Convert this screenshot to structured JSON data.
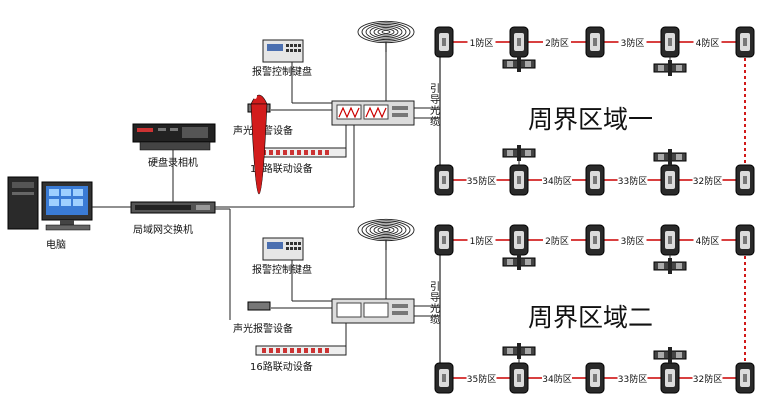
{
  "computer": {
    "label": "电脑"
  },
  "dvr": {
    "label": "硬盘录相机"
  },
  "switch": {
    "label": "局域网交换机"
  },
  "systems": [
    {
      "area_title": "周界区域一",
      "keyboard_label": "报警控制键盘",
      "siren_label": "声光报警设备",
      "linkage_label": "16路联动设备",
      "cable_label": "引导光缆",
      "top_zones": [
        "1防区",
        "2防区",
        "3防区",
        "4防区"
      ],
      "bottom_zones": [
        "35防区",
        "34防区",
        "33防区",
        "32防区"
      ]
    },
    {
      "area_title": "周界区域二",
      "keyboard_label": "报警控制键盘",
      "siren_label": "声光报警设备",
      "linkage_label": "16路联动设备",
      "cable_label": "引导光缆",
      "top_zones": [
        "1防区",
        "2防区",
        "3防区",
        "4防区"
      ],
      "bottom_zones": [
        "35防区",
        "34防区",
        "33防区",
        "32防区"
      ]
    }
  ],
  "colors": {
    "fence_line": "#cc0000",
    "wire": "#222222"
  }
}
